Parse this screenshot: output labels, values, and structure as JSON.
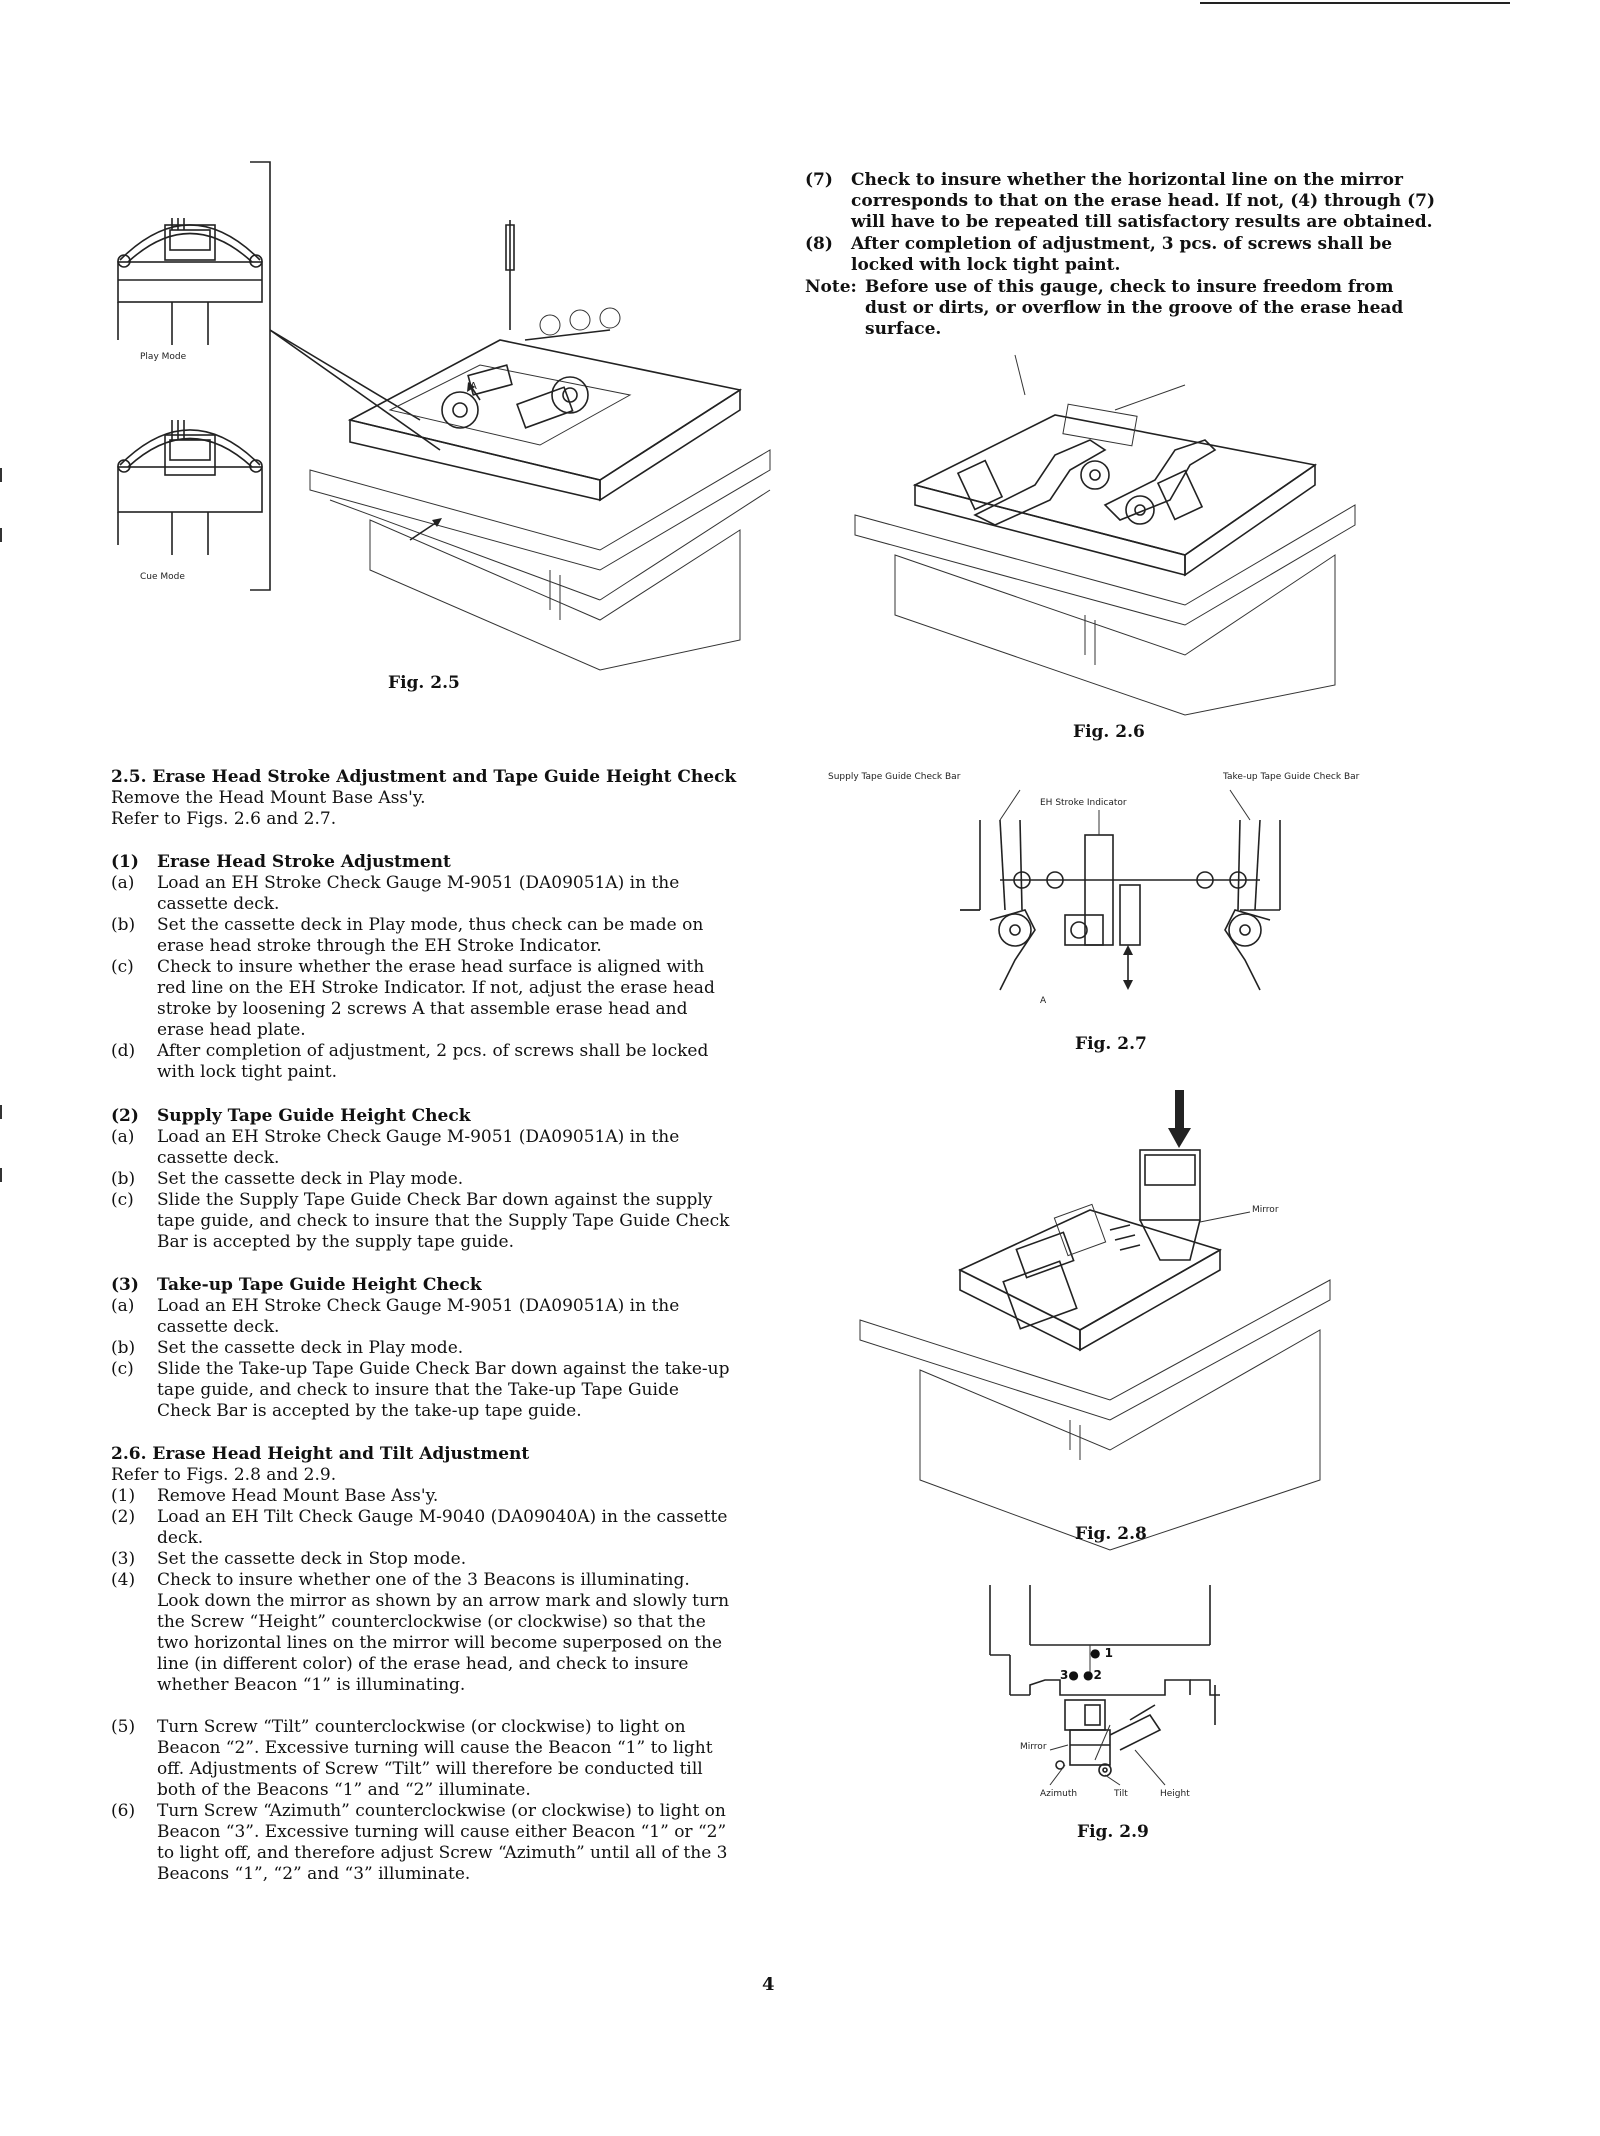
{
  "top_right_notes": [
    {
      "label": "(7)",
      "text": "Check to insure whether the horizontal line on the mirror corresponds to that on the erase head. If not, (4) through (7) will have to be repeated till satisfactory results are obtained."
    },
    {
      "label": "(8)",
      "text": "After completion of adjustment, 3 pcs. of screws shall be locked with lock tight paint."
    },
    {
      "label": "Note:",
      "text": "Before use of this gauge, check to insure freedom from dust or dirts, or overflow in the groove of the erase head surface."
    }
  ],
  "figures": {
    "fig25": {
      "caption": "Fig. 2.5",
      "play_mode": "Play Mode",
      "cue_mode": "Cue Mode",
      "marker_a": "A"
    },
    "fig26": {
      "caption": "Fig. 2.6"
    },
    "fig27": {
      "caption": "Fig. 2.7",
      "supply_bar": "Supply Tape Guide Check Bar",
      "takeup_bar": "Take-up Tape Guide Check Bar",
      "eh_indicator": "EH Stroke Indicator",
      "marker_a": "A"
    },
    "fig28": {
      "caption": "Fig. 2.8",
      "mirror": "Mirror"
    },
    "fig29": {
      "caption": "Fig. 2.9",
      "beacon1": "1",
      "beacon2": "2",
      "beacon3": "3",
      "mirror": "Mirror",
      "azimuth": "Azimuth",
      "tilt": "Tilt",
      "height": "Height"
    }
  },
  "section25": {
    "heading": "2.5. Erase Head Stroke Adjustment and Tape Guide Height Check",
    "intro1": "Remove the Head Mount Base Ass'y.",
    "intro2": "Refer to Figs. 2.6 and 2.7.",
    "sub1": {
      "label": "(1)",
      "title": "Erase Head Stroke Adjustment",
      "items": [
        {
          "label": "(a)",
          "text": "Load an EH Stroke Check Gauge M-9051 (DA09051A) in the cassette deck."
        },
        {
          "label": "(b)",
          "text": "Set the cassette deck in Play mode, thus check can be made on erase head stroke through the EH Stroke Indicator."
        },
        {
          "label": "(c)",
          "text": "Check to insure whether the erase head surface is aligned with red line on the EH Stroke Indicator. If not, adjust the erase head stroke by loosening 2 screws A that assemble erase head and erase head plate."
        },
        {
          "label": "(d)",
          "text": "After completion of adjustment, 2 pcs. of screws shall be locked with lock tight paint."
        }
      ]
    },
    "sub2": {
      "label": "(2)",
      "title": "Supply Tape Guide Height Check",
      "items": [
        {
          "label": "(a)",
          "text": "Load an EH Stroke Check Gauge M-9051 (DA09051A) in the cassette deck."
        },
        {
          "label": "(b)",
          "text": "Set the cassette deck in Play mode."
        },
        {
          "label": "(c)",
          "text": "Slide the Supply Tape Guide Check Bar down against the supply tape guide, and check to insure that the Supply Tape Guide Check Bar is accepted by the supply tape guide."
        }
      ]
    },
    "sub3": {
      "label": "(3)",
      "title": "Take-up Tape Guide Height Check",
      "items": [
        {
          "label": "(a)",
          "text": "Load an EH Stroke Check Gauge M-9051 (DA09051A) in the cassette deck."
        },
        {
          "label": "(b)",
          "text": "Set the cassette deck in Play mode."
        },
        {
          "label": "(c)",
          "text": "Slide the Take-up Tape Guide Check Bar down against the take-up tape guide, and check to insure that the Take-up Tape Guide Check Bar is accepted by the take-up tape guide."
        }
      ]
    }
  },
  "section26": {
    "heading": "2.6. Erase Head Height and Tilt Adjustment",
    "intro": "Refer to Figs. 2.8 and 2.9.",
    "items": [
      {
        "label": "(1)",
        "text": "Remove Head Mount Base Ass'y."
      },
      {
        "label": "(2)",
        "text": "Load an EH Tilt Check Gauge M-9040 (DA09040A) in the cassette deck."
      },
      {
        "label": "(3)",
        "text": "Set the cassette deck in Stop mode."
      },
      {
        "label": "(4)",
        "text": "Check to insure whether one of the 3 Beacons is illuminating. Look down the mirror as shown by an arrow mark and slowly turn the Screw “Height” counterclockwise (or clockwise) so that the two horizontal lines on the mirror will become superposed on the line (in different color) of the erase head, and check to insure whether Beacon “1” is illuminating."
      },
      {
        "label": "(5)",
        "text": "Turn Screw “Tilt” counterclockwise (or clockwise) to light on Beacon “2”. Excessive turning will cause the Beacon “1” to light off. Adjustments of Screw “Tilt” will therefore be conducted till both of the Beacons “1” and “2” illuminate."
      },
      {
        "label": "(6)",
        "text": "Turn Screw “Azimuth” counterclockwise (or clockwise) to light on Beacon “3”. Excessive turning will cause either Beacon “1” or “2” to light off, and therefore adjust Screw “Azimuth” until all of the 3 Beacons “1”, “2” and “3” illuminate."
      }
    ]
  },
  "page_number": "4"
}
